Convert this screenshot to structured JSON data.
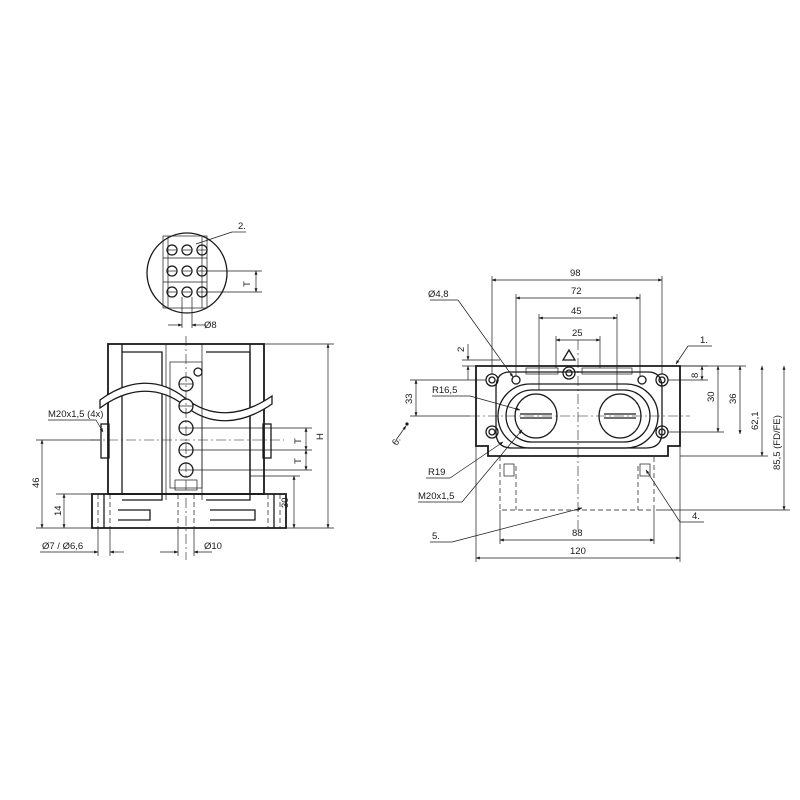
{
  "detail_view": {
    "callout": "2.",
    "dim_pitch": "T",
    "dim_diameter": "Ø8"
  },
  "front_view": {
    "thread_label": "M20x1,5 (4x)",
    "dim_height": "H",
    "dim_46": "46",
    "dim_14": "14",
    "dim_30": "30",
    "dim_t1": "T",
    "dim_t2": "T",
    "dim_hole": "Ø7 / Ø6,6",
    "dim_10": "Ø10"
  },
  "top_view": {
    "dim_98": "98",
    "dim_72": "72",
    "dim_45": "45",
    "dim_25": "25",
    "dim_hole": "Ø4,8",
    "dim_2": "2",
    "dim_33": "33",
    "dim_r165": "R16,5",
    "dim_r19": "R19",
    "dim_thread": "M20x1,5",
    "dim_8": "8",
    "dim_30": "30",
    "dim_36": "36",
    "dim_621": "62,1",
    "dim_855": "85,5 (FD/FE)",
    "dim_88": "88",
    "dim_120": "120",
    "callout_1": "1.",
    "callout_4": "4.",
    "callout_5": "5.",
    "callout_6": "6."
  }
}
